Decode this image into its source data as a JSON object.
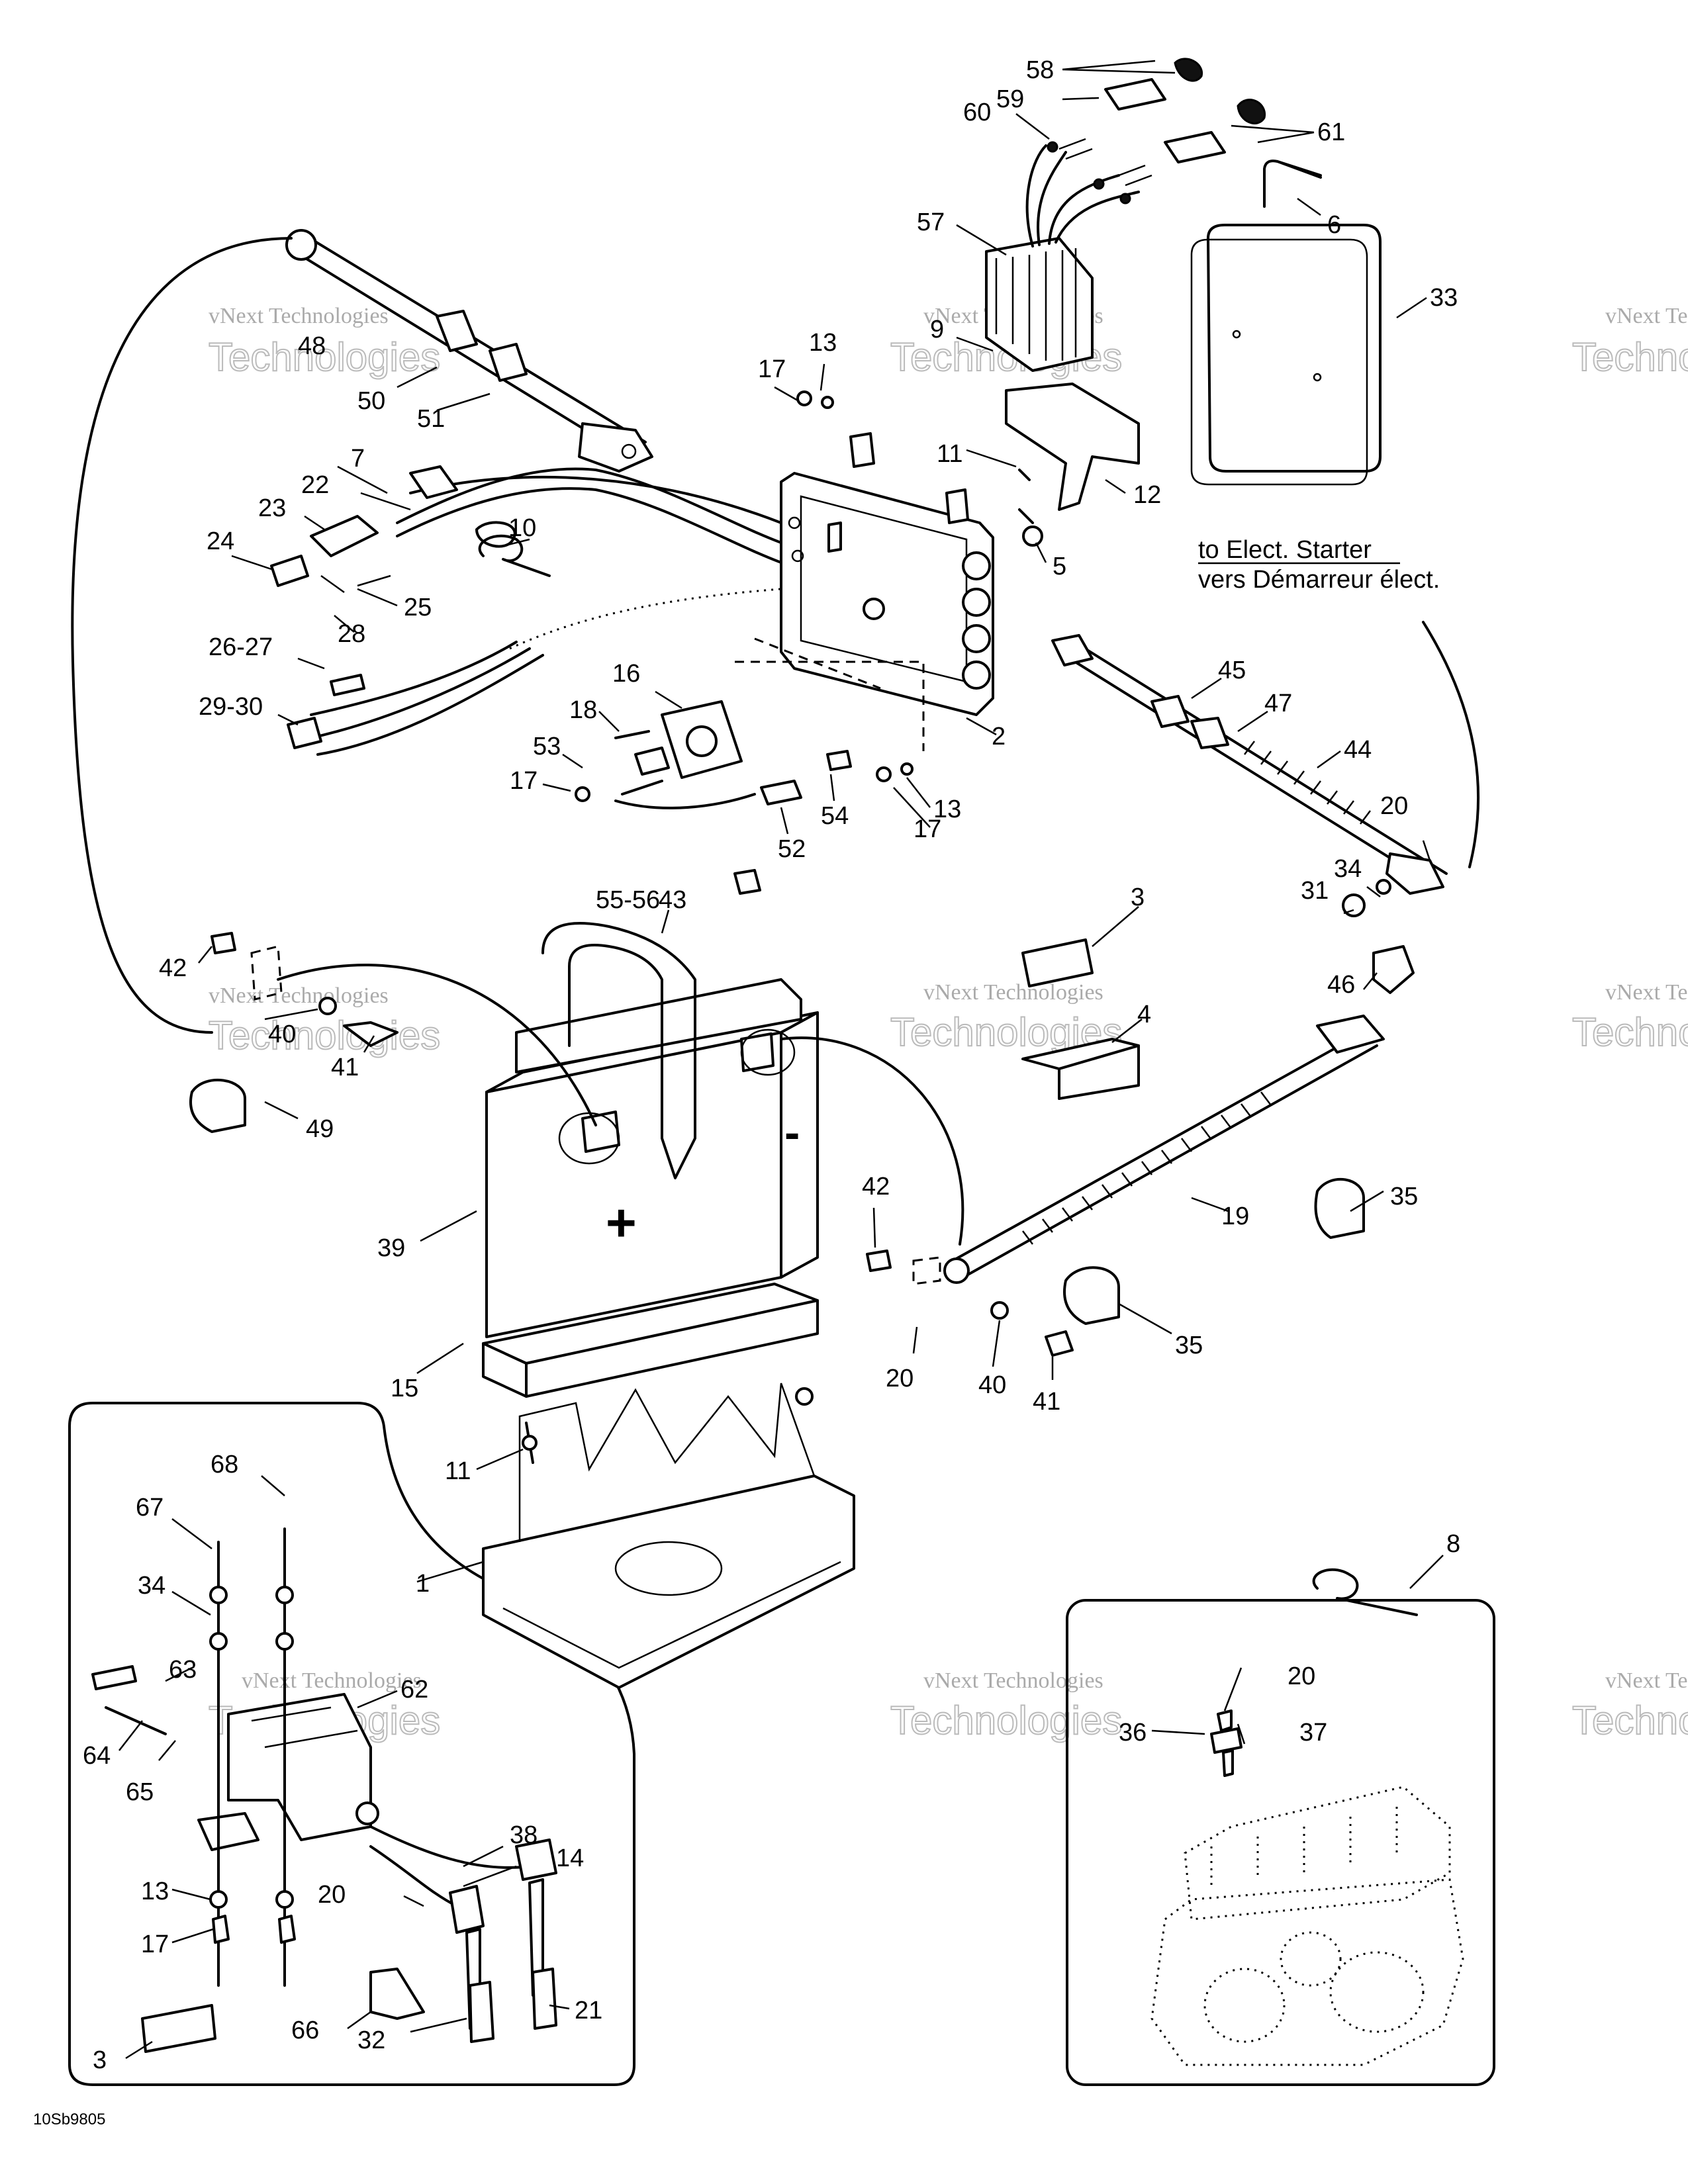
{
  "diagram": {
    "code": "10Sb9805",
    "note_en": "to Elect. Starter",
    "note_fr": "vers Démarreur élect.",
    "plus_sign": "+",
    "minus_sign": "-",
    "watermark_line1": "vNext Technologies",
    "watermark_line2": "Technologies",
    "callouts": [
      {
        "id": "c58",
        "text": "58"
      },
      {
        "id": "c59",
        "text": "59"
      },
      {
        "id": "c60",
        "text": "60"
      },
      {
        "id": "c61",
        "text": "61"
      },
      {
        "id": "c6",
        "text": "6"
      },
      {
        "id": "c57",
        "text": "57"
      },
      {
        "id": "c33",
        "text": "33"
      },
      {
        "id": "c48",
        "text": "48"
      },
      {
        "id": "c9",
        "text": "9"
      },
      {
        "id": "c13a",
        "text": "13"
      },
      {
        "id": "c17a",
        "text": "17"
      },
      {
        "id": "c50",
        "text": "50"
      },
      {
        "id": "c51",
        "text": "51"
      },
      {
        "id": "c11a",
        "text": "11"
      },
      {
        "id": "c12",
        "text": "12"
      },
      {
        "id": "c7",
        "text": "7"
      },
      {
        "id": "c22",
        "text": "22"
      },
      {
        "id": "c23",
        "text": "23"
      },
      {
        "id": "c10",
        "text": "10"
      },
      {
        "id": "c5",
        "text": "5"
      },
      {
        "id": "c24",
        "text": "24"
      },
      {
        "id": "c25",
        "text": "25"
      },
      {
        "id": "c28",
        "text": "28"
      },
      {
        "id": "c2627",
        "text": "26-27"
      },
      {
        "id": "c16",
        "text": "16"
      },
      {
        "id": "c45",
        "text": "45"
      },
      {
        "id": "c47",
        "text": "47"
      },
      {
        "id": "c2930",
        "text": "29-30"
      },
      {
        "id": "c18",
        "text": "18"
      },
      {
        "id": "c2",
        "text": "2"
      },
      {
        "id": "c44",
        "text": "44"
      },
      {
        "id": "c53",
        "text": "53"
      },
      {
        "id": "c17b",
        "text": "17"
      },
      {
        "id": "c54",
        "text": "54"
      },
      {
        "id": "c13b",
        "text": "13"
      },
      {
        "id": "c17c",
        "text": "17"
      },
      {
        "id": "c20a",
        "text": "20"
      },
      {
        "id": "c52",
        "text": "52"
      },
      {
        "id": "c34a",
        "text": "34"
      },
      {
        "id": "c31",
        "text": "31"
      },
      {
        "id": "c5556",
        "text": "55-56"
      },
      {
        "id": "c43",
        "text": "43"
      },
      {
        "id": "c3a",
        "text": "3"
      },
      {
        "id": "c42a",
        "text": "42"
      },
      {
        "id": "c46",
        "text": "46"
      },
      {
        "id": "c40a",
        "text": "40"
      },
      {
        "id": "c4",
        "text": "4"
      },
      {
        "id": "c41a",
        "text": "41"
      },
      {
        "id": "c49",
        "text": "49"
      },
      {
        "id": "c35a",
        "text": "35"
      },
      {
        "id": "c42b",
        "text": "42"
      },
      {
        "id": "c19",
        "text": "19"
      },
      {
        "id": "c39",
        "text": "39"
      },
      {
        "id": "c35b",
        "text": "35"
      },
      {
        "id": "c20b",
        "text": "20"
      },
      {
        "id": "c40b",
        "text": "40"
      },
      {
        "id": "c41b",
        "text": "41"
      },
      {
        "id": "c15",
        "text": "15"
      },
      {
        "id": "c68",
        "text": "68"
      },
      {
        "id": "c11b",
        "text": "11"
      },
      {
        "id": "c67",
        "text": "67"
      },
      {
        "id": "c8",
        "text": "8"
      },
      {
        "id": "c1",
        "text": "1"
      },
      {
        "id": "c34b",
        "text": "34"
      },
      {
        "id": "c63",
        "text": "63"
      },
      {
        "id": "c62",
        "text": "62"
      },
      {
        "id": "c20c",
        "text": "20"
      },
      {
        "id": "c36",
        "text": "36"
      },
      {
        "id": "c37",
        "text": "37"
      },
      {
        "id": "c64",
        "text": "64"
      },
      {
        "id": "c65",
        "text": "65"
      },
      {
        "id": "c38",
        "text": "38"
      },
      {
        "id": "c14",
        "text": "14"
      },
      {
        "id": "c13c",
        "text": "13"
      },
      {
        "id": "c20d",
        "text": "20"
      },
      {
        "id": "c17d",
        "text": "17"
      },
      {
        "id": "c21",
        "text": "21"
      },
      {
        "id": "c66",
        "text": "66"
      },
      {
        "id": "c32",
        "text": "32"
      },
      {
        "id": "c3b",
        "text": "3"
      }
    ]
  }
}
